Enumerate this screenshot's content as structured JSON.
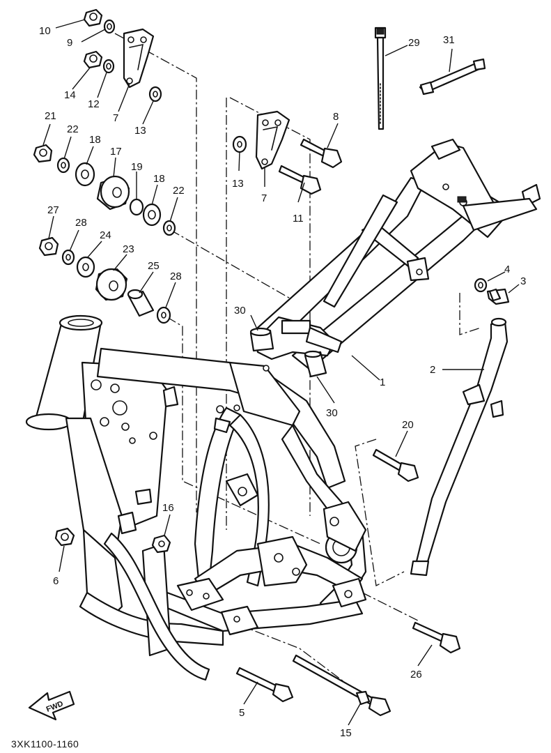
{
  "diagram_code": "3XK1100-1160",
  "fwd_label": "FWD",
  "callouts": {
    "c1": "1",
    "c2": "2",
    "c3": "3",
    "c4": "4",
    "c5": "5",
    "c6": "6",
    "c7a": "7",
    "c7b": "7",
    "c8": "8",
    "c9": "9",
    "c10": "10",
    "c11": "11",
    "c12": "12",
    "c13a": "13",
    "c13b": "13",
    "c14": "14",
    "c15": "15",
    "c16": "16",
    "c17": "17",
    "c18a": "18",
    "c18b": "18",
    "c19": "19",
    "c20": "20",
    "c21": "21",
    "c22a": "22",
    "c22b": "22",
    "c23": "23",
    "c24": "24",
    "c25": "25",
    "c26": "26",
    "c27": "27",
    "c28a": "28",
    "c28b": "28",
    "c29": "29",
    "c30a": "30",
    "c30b": "30",
    "c31": "31"
  }
}
